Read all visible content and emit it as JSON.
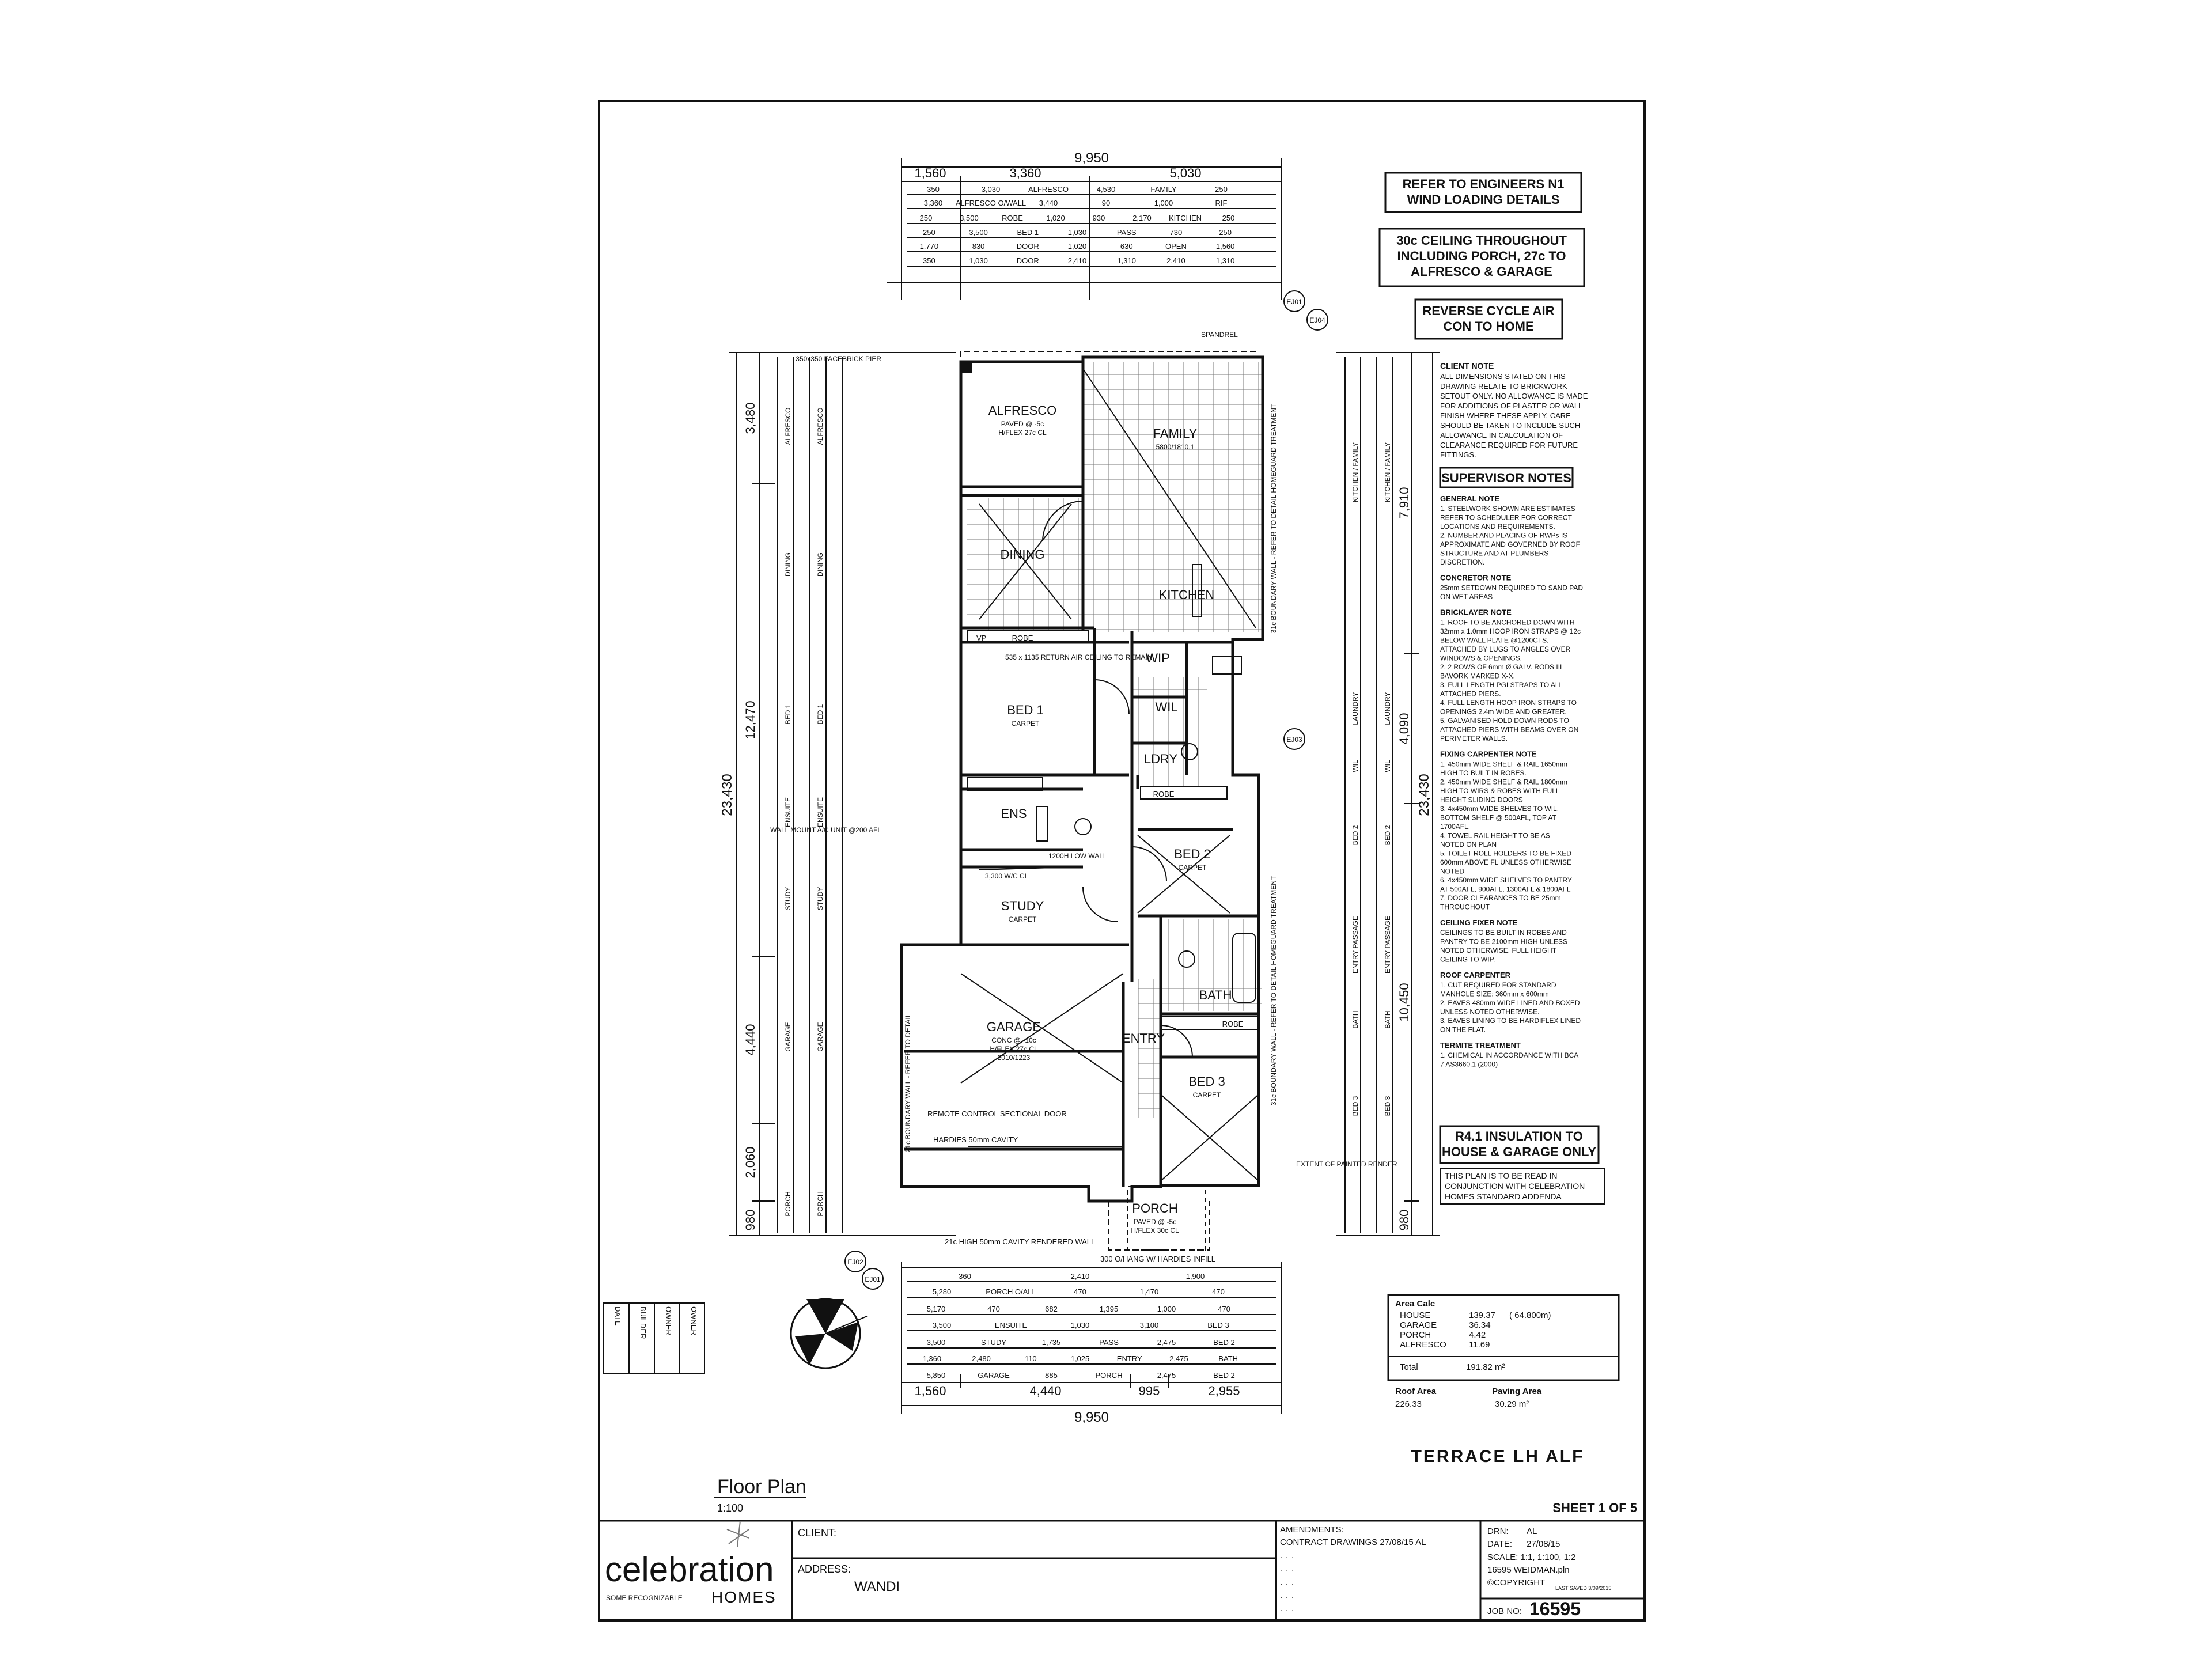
{
  "sheet": {
    "drawing_title": "TERRACE LH ALF",
    "view_title": "Floor Plan",
    "view_scale": "1:100",
    "sheet_no": "SHEET 1 OF 5",
    "revision_labels": [
      "DATE",
      "BUILDER",
      "OWNER",
      "OWNER"
    ]
  },
  "notes_boxes": {
    "wind": [
      "REFER TO ENGINEERS N1",
      "WIND LOADING DETAILS"
    ],
    "ceiling": [
      "30c CEILING THROUGHOUT",
      "INCLUDING PORCH, 27c TO",
      "ALFRESCO & GARAGE"
    ],
    "aircon": [
      "REVERSE CYCLE AIR",
      "CON TO HOME"
    ],
    "insulation": [
      "R4.1 INSULATION TO",
      "HOUSE & GARAGE ONLY"
    ],
    "addenda": [
      "THIS PLAN IS TO BE READ IN",
      "CONJUNCTION WITH CELEBRATION",
      "HOMES STANDARD ADDENDA"
    ]
  },
  "client_note": {
    "heading": "CLIENT NOTE",
    "lines": [
      "ALL DIMENSIONS STATED ON THIS",
      "DRAWING RELATE TO BRICKWORK",
      "SETOUT ONLY. NO ALLOWANCE IS MADE",
      "FOR ADDITIONS OF PLASTER OR WALL",
      "FINISH WHERE THESE APPLY. CARE",
      "SHOULD BE TAKEN TO INCLUDE SUCH",
      "ALLOWANCE IN CALCULATION OF",
      "CLEARANCE REQUIRED FOR FUTURE",
      "FITTINGS."
    ]
  },
  "supervisor_heading": "SUPERVISOR NOTES",
  "supervisor_sections": [
    {
      "heading": "GENERAL NOTE",
      "lines": [
        "1. STEELWORK SHOWN ARE ESTIMATES",
        "REFER TO SCHEDULER FOR CORRECT",
        "LOCATIONS AND REQUIREMENTS.",
        "2. NUMBER AND PLACING OF RWPs IS",
        "APPROXIMATE AND GOVERNED BY ROOF",
        "STRUCTURE AND AT PLUMBERS",
        "DISCRETION."
      ]
    },
    {
      "heading": "CONCRETOR NOTE",
      "lines": [
        "25mm SETDOWN REQUIRED TO SAND PAD",
        "ON WET AREAS"
      ]
    },
    {
      "heading": "BRICKLAYER NOTE",
      "lines": [
        "1. ROOF TO BE ANCHORED DOWN WITH",
        "32mm x 1.0mm HOOP IRON STRAPS @ 12c",
        "BELOW WALL PLATE @1200CTS,",
        "ATTACHED BY LUGS TO ANGLES OVER",
        "WINDOWS & OPENINGS.",
        "2. 2 ROWS OF 6mm Ø GALV. RODS III",
        "B/WORK MARKED X-X.",
        "3. FULL LENGTH PGI STRAPS TO ALL",
        "ATTACHED PIERS.",
        "4. FULL LENGTH HOOP IRON STRAPS TO",
        "OPENINGS 2.4m WIDE AND GREATER.",
        "5. GALVANISED HOLD DOWN RODS TO",
        "ATTACHED PIERS WITH BEAMS OVER ON",
        "PERIMETER WALLS."
      ]
    },
    {
      "heading": "FIXING CARPENTER NOTE",
      "lines": [
        "1. 450mm WIDE SHELF & RAIL 1650mm",
        "HIGH TO BUILT IN ROBES.",
        "2. 450mm WIDE SHELF & RAIL 1800mm",
        "HIGH TO WIRS & ROBES WITH FULL",
        "HEIGHT SLIDING DOORS",
        "3. 4x450mm WIDE SHELVES TO WIL,",
        "BOTTOM SHELF @ 500AFL, TOP AT",
        "1700AFL.",
        "4. TOWEL RAIL HEIGHT TO BE AS",
        "NOTED ON PLAN",
        "5. TOILET ROLL HOLDERS TO BE FIXED",
        "600mm ABOVE FL UNLESS OTHERWISE",
        "NOTED",
        "6. 4x450mm WIDE SHELVES TO PANTRY",
        "AT 500AFL, 900AFL, 1300AFL & 1800AFL",
        "7. DOOR CLEARANCES TO BE 25mm",
        "THROUGHOUT"
      ]
    },
    {
      "heading": "CEILING FIXER NOTE",
      "lines": [
        "CEILINGS TO BE BUILT IN ROBES AND",
        "PANTRY TO BE 2100mm HIGH UNLESS",
        "NOTED OTHERWISE. FULL HEIGHT",
        "CEILING TO WIP."
      ]
    },
    {
      "heading": "ROOF CARPENTER",
      "lines": [
        "1. CUT REQUIRED FOR STANDARD",
        "MANHOLE SIZE: 360mm x 600mm",
        "2. EAVES 480mm WIDE LINED AND BOXED",
        "UNLESS NOTED OTHERWISE.",
        "3. EAVES LINING TO BE HARDIFLEX LINED",
        "ON THE FLAT."
      ]
    },
    {
      "heading": "TERMITE TREATMENT",
      "lines": [
        "1. CHEMICAL IN ACCORDANCE WITH BCA",
        "7 AS3660.1 (2000)"
      ]
    }
  ],
  "rooms": [
    {
      "name": "ALFRESCO",
      "sub": [
        "PAVED @ -5c",
        "H/FLEX 27c CL"
      ]
    },
    {
      "name": "FAMILY",
      "sub": [
        "5800/1810.1"
      ]
    },
    {
      "name": "DINING",
      "sub": []
    },
    {
      "name": "KITCHEN",
      "sub": []
    },
    {
      "name": "BED 1",
      "sub": [
        "CARPET"
      ]
    },
    {
      "name": "ENS",
      "sub": []
    },
    {
      "name": "STUDY",
      "sub": [
        "CARPET"
      ]
    },
    {
      "name": "BED 2",
      "sub": [
        "CARPET"
      ]
    },
    {
      "name": "GARAGE",
      "sub": [
        "CONC @ -10c",
        "H/FLEX 27c CL",
        "2010/1223"
      ]
    },
    {
      "name": "ENTRY",
      "sub": []
    },
    {
      "name": "BATH",
      "sub": []
    },
    {
      "name": "BED 3",
      "sub": [
        "CARPET"
      ]
    },
    {
      "name": "PORCH",
      "sub": [
        "PAVED @ -5c",
        "H/FLEX 30c CL"
      ]
    },
    {
      "name": "WIP",
      "sub": []
    },
    {
      "name": "WIL",
      "sub": []
    },
    {
      "name": "LDRY",
      "sub": []
    }
  ],
  "plan_labels": {
    "robe": "ROBE",
    "vp": "VP",
    "spandrel": "SPANDREL",
    "pier": "350x350 FACEBRICK PIER",
    "wall_mount": "WALL MOUNT A/C UNIT @200 AFL",
    "return_air": "535 x 1135 RETURN AIR CEILING TO REMAIN",
    "sectional_door": "REMOTE CONTROL SECTIONAL DOOR",
    "cavity": "HARDIES 50mm CAVITY",
    "boundary_left": "21c BOUNDARY WALL - REFER TO DETAIL",
    "boundary_right": "31c BOUNDARY WALL - REFER TO DETAIL HOMEGUARD TREATMENT",
    "rendered_wall": "21c HIGH 50mm CAVITY RENDERED WALL",
    "hardies": "300 O/HANG W/ HARDIES INFILL",
    "painted_render": "EXTENT OF PAINTED RENDER",
    "low_wall": "1200H LOW WALL",
    "study_cl": "3,300 W/C CL"
  },
  "dims": {
    "top_overall": "9,950",
    "top_parts": [
      "1,560",
      "3,360",
      "5,030"
    ],
    "bottom_overall": "9,950",
    "bottom_parts": [
      "1,560",
      "4,440",
      "995",
      "2,955"
    ],
    "left_overall": "23,430",
    "left_parts": [
      "3,480",
      "12,470",
      "4,440",
      "2,060",
      "980"
    ],
    "right_overall": "23,430",
    "right_parts": [
      "7,910",
      "4,090",
      "10,450",
      "980"
    ],
    "top_rows": [
      [
        "350",
        "3,030",
        "ALFRESCO",
        "4,530",
        "FAMILY",
        "250"
      ],
      [
        "3,360",
        "ALFRESCO O/WALL",
        "3,440",
        "90",
        "1,000",
        "RIF"
      ],
      [
        "250",
        "3,500",
        "ROBE",
        "1,020",
        "930",
        "2,170",
        "KITCHEN",
        "250"
      ],
      [
        "250",
        "3,500",
        "BED 1",
        "1,030",
        "PASS",
        "730",
        "250"
      ],
      [
        "1,770",
        "830",
        "DOOR",
        "1,020",
        "630",
        "OPEN",
        "1,560"
      ],
      [
        "350",
        "1,030",
        "DOOR",
        "2,410",
        "1,310",
        "2,410",
        "1,310"
      ]
    ],
    "bottom_rows": [
      [
        "360",
        "2,410",
        "1,900"
      ],
      [
        "5,280",
        "PORCH O/ALL",
        "470",
        "1,470",
        "470"
      ],
      [
        "5,170",
        "470",
        "682",
        "1,395",
        "1,000",
        "470"
      ],
      [
        "3,500",
        "ENSUITE",
        "1,030",
        "3,100",
        "BED 3"
      ],
      [
        "3,500",
        "STUDY",
        "1,735",
        "PASS",
        "2,475",
        "BED 2"
      ],
      [
        "1,360",
        "2,480",
        "110",
        "1,025",
        "ENTRY",
        "2,475",
        "BATH"
      ],
      [
        "5,850",
        "GARAGE",
        "885",
        "PORCH",
        "2,475",
        "BED 2"
      ]
    ],
    "left_labels": [
      "ALFRESCO",
      "DINING",
      "BED 1",
      "ENSUITE",
      "STUDY",
      "GARAGE",
      "PORCH"
    ],
    "right_labels": [
      "KITCHEN / FAMILY",
      "LAUNDRY",
      "WIL",
      "BED 2",
      "ENTRY PASSAGE",
      "BATH",
      "BED 3"
    ]
  },
  "area_calc": {
    "heading": "Area Calc",
    "rows": [
      {
        "label": "HOUSE",
        "value": "139.37",
        "extra": "( 64.800m)"
      },
      {
        "label": "GARAGE",
        "value": "36.34",
        "extra": ""
      },
      {
        "label": "PORCH",
        "value": "4.42",
        "extra": ""
      },
      {
        "label": "ALFRESCO",
        "value": "11.69",
        "extra": ""
      }
    ],
    "total_label": "Total",
    "total_value": "191.82 m²",
    "roof_label": "Roof Area",
    "roof_value": "226.33",
    "paving_label": "Paving Area",
    "paving_value": "30.29 m²"
  },
  "title_block": {
    "logo_main": "celebration",
    "logo_sub": "HOMES",
    "logo_tag": "SOME RECOGNIZABLE",
    "client_label": "CLIENT:",
    "client_value": "",
    "address_label": "ADDRESS:",
    "address_value": "WANDI",
    "amend_label": "AMENDMENTS:",
    "amend_line": "CONTRACT DRAWINGS 27/08/15 AL",
    "drn_label": "DRN:",
    "drn_value": "AL",
    "date_label": "DATE:",
    "date_value": "27/08/15",
    "scale_text": "SCALE: 1:1, 1:100, 1:2",
    "file_text": "16595 WEIDMAN.pln",
    "copyright": "©COPYRIGHT",
    "last_saved": "LAST SAVED 3/09/2015",
    "job_label": "JOB NO:",
    "job_value": "16595"
  },
  "detail_tags": [
    "EJ01",
    "EJ02",
    "EJ03",
    "EJ04"
  ]
}
